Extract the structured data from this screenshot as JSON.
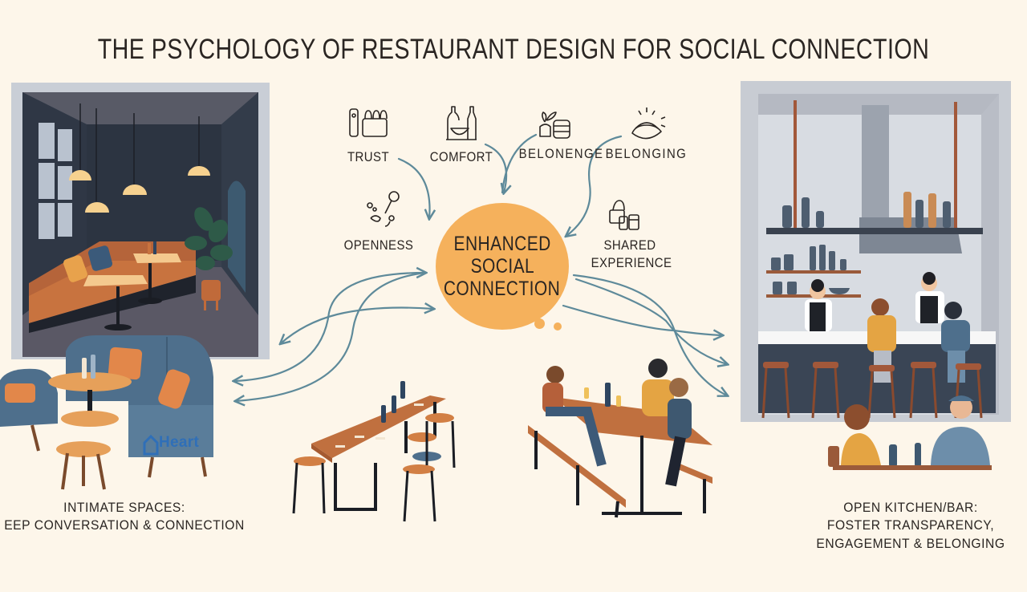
{
  "title": "THE PSYCHOLOGY OF RESTAURANT DESIGN FOR SOCIAL CONNECTION",
  "center": {
    "lines": [
      "ENHANCED",
      "SOCIAL",
      "CONNECTION"
    ],
    "color": "#F5B15C"
  },
  "factors": [
    {
      "label": "TRUST",
      "icon": "key-lock-icon"
    },
    {
      "label": "COMFORT",
      "icon": "bottles-bowl-icon"
    },
    {
      "label": "BELONENGE",
      "icon": "plant-jar-icon"
    },
    {
      "label": "BELONGING",
      "icon": "sun-bowl-icon"
    },
    {
      "label": "OPENNESS",
      "icon": "open-tools-icon"
    },
    {
      "label": "SHARED",
      "label2": "EXPERIENCE",
      "icon": "shared-dishes-icon"
    }
  ],
  "left_panel": {
    "caption_line1": "INTIMATE SPACES:",
    "caption_line2": "EEP CONVERSATION & CONNECTION",
    "watermark": "Heart"
  },
  "right_panel": {
    "caption_line1": "OPEN KITCHEN/BAR:",
    "caption_line2": "FOSTER TRANSPARENCY,",
    "caption_line3": "ENGAGEMENT & BELONGING"
  },
  "colors": {
    "background": "#FDF6EA",
    "arrow": "#5E8A9A",
    "text": "#2A2522",
    "wood": "#C0703F",
    "slate": "#2E3643",
    "blue_sofa": "#4E6F8C"
  }
}
